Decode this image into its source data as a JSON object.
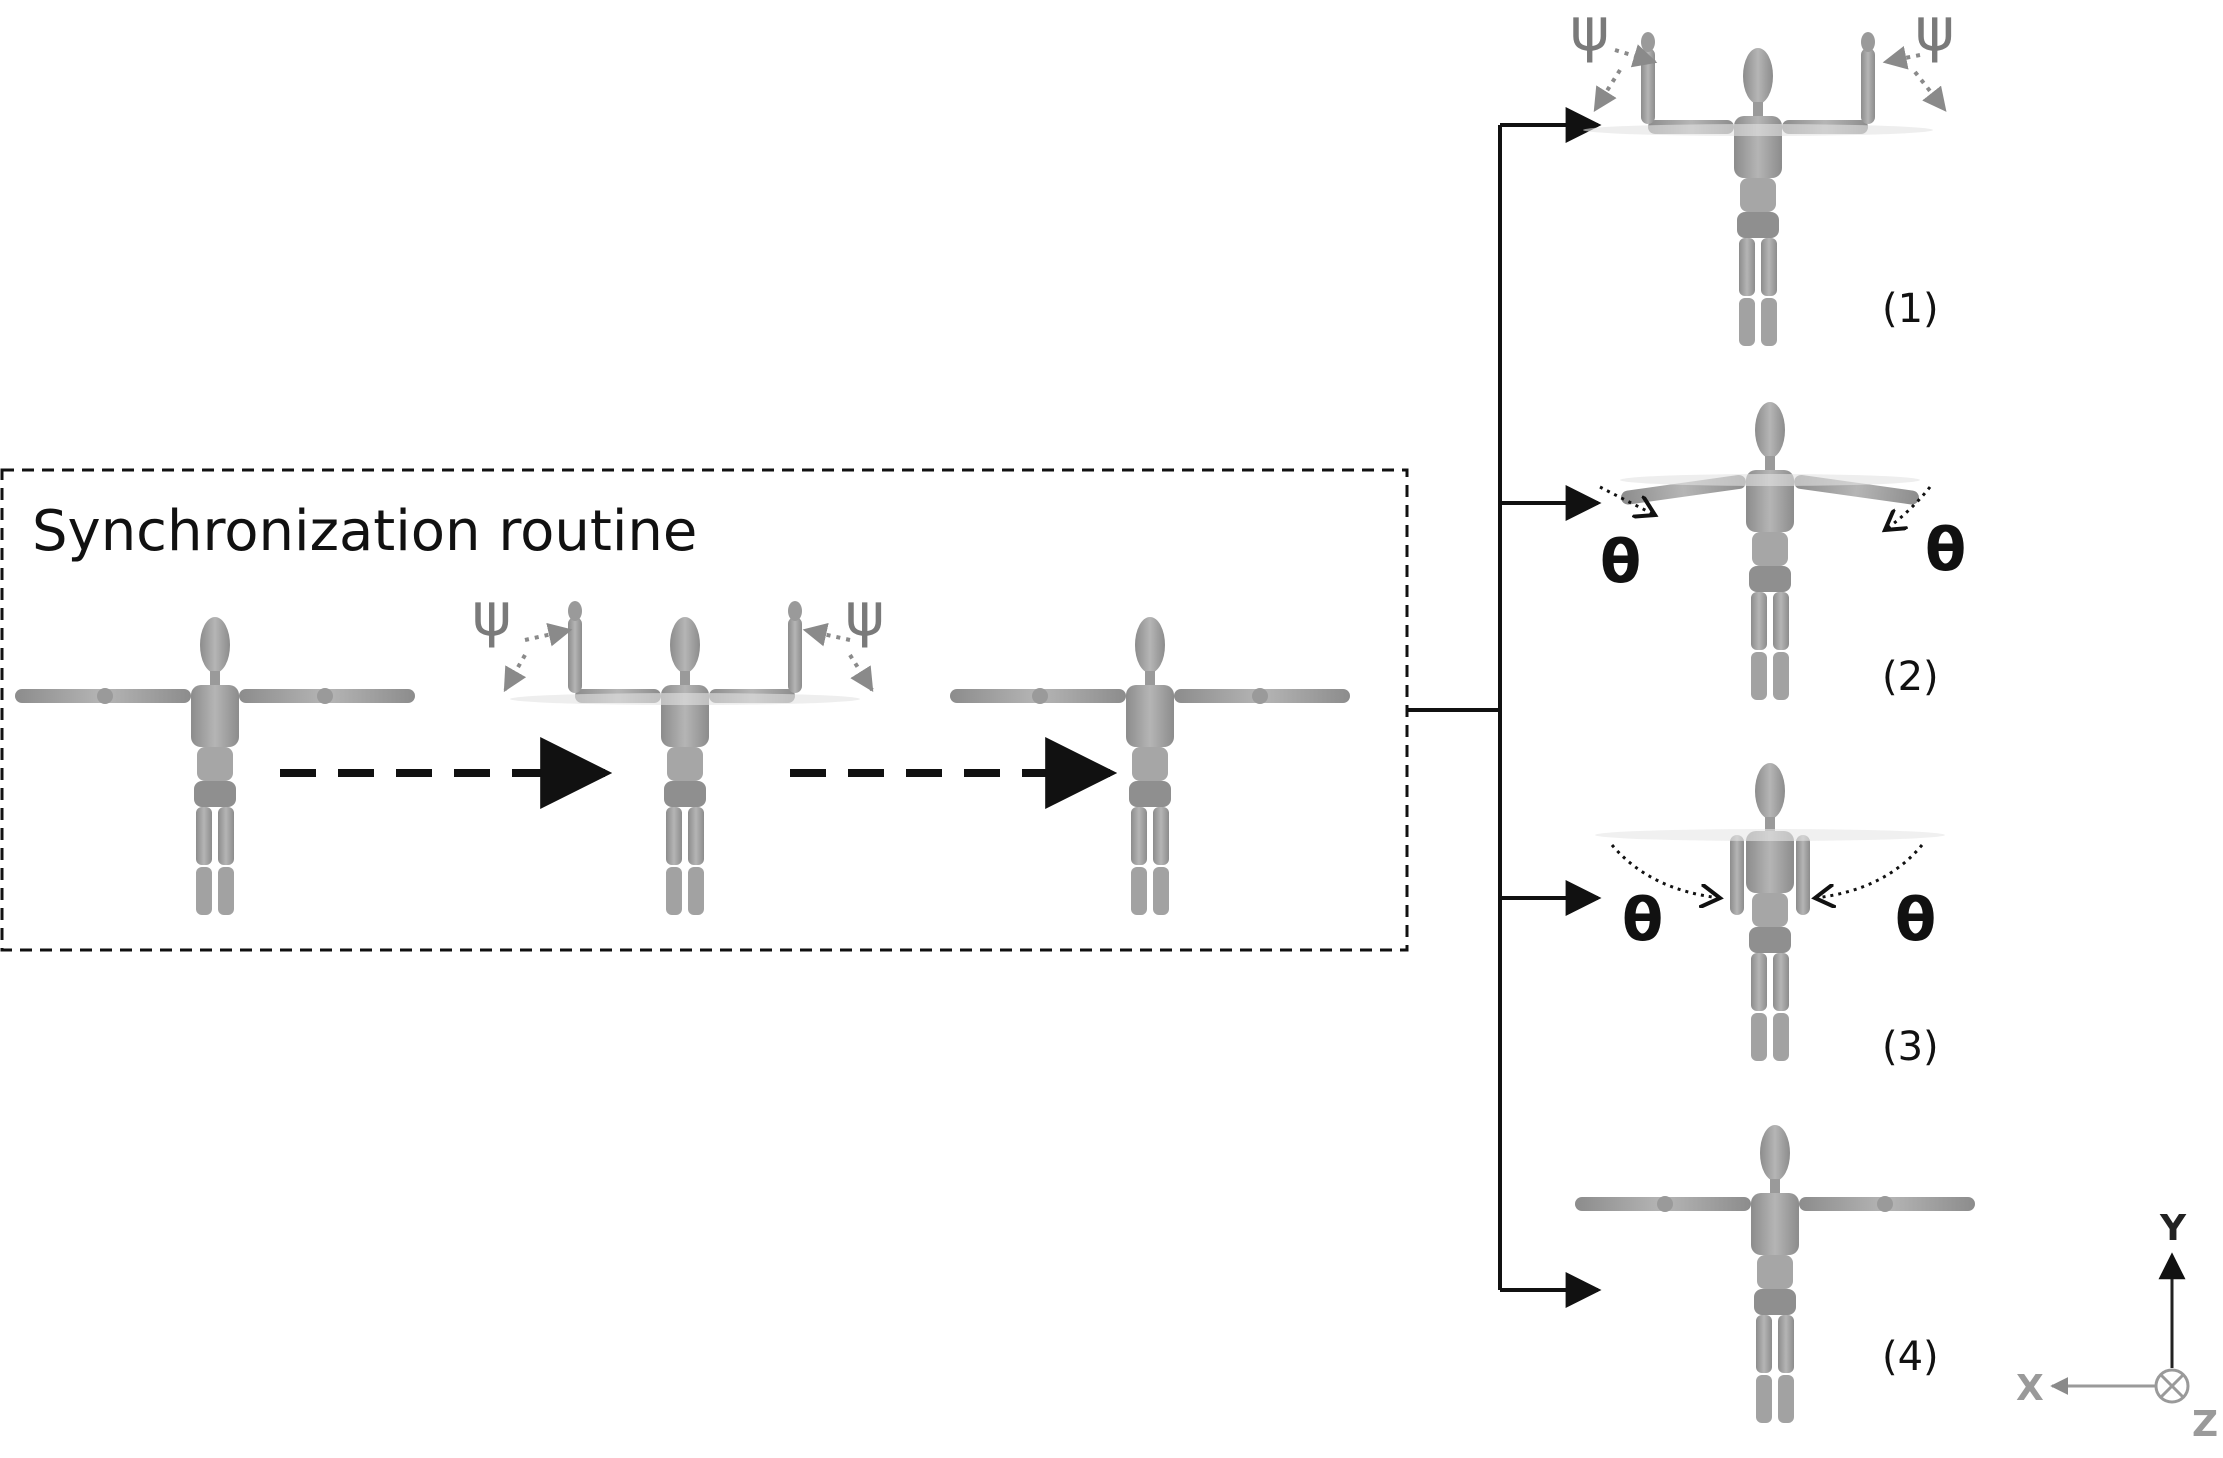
{
  "diagram": {
    "routine_title": "Synchronization routine",
    "symbols": {
      "psi": "ψ",
      "theta": "θ"
    },
    "captions": [
      "(1)",
      "(2)",
      "(3)",
      "(4)"
    ],
    "axes": {
      "y": "Y",
      "x": "X",
      "z": "Z"
    },
    "figure_icon": "wooden-mannequin-icon",
    "colors": {
      "arrow": "#111111",
      "annotation_gray": "#7a7a7a",
      "mannequin": "#9d9d9d"
    }
  }
}
